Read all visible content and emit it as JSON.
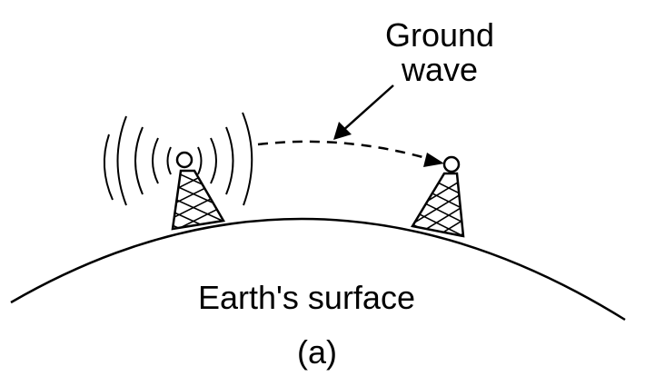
{
  "labels": {
    "ground_wave_line1": "Ground",
    "ground_wave_line2": "wave",
    "earth_surface": "Earth's surface",
    "caption": "(a)"
  },
  "colors": {
    "ink": "#000000",
    "background": "#ffffff"
  }
}
